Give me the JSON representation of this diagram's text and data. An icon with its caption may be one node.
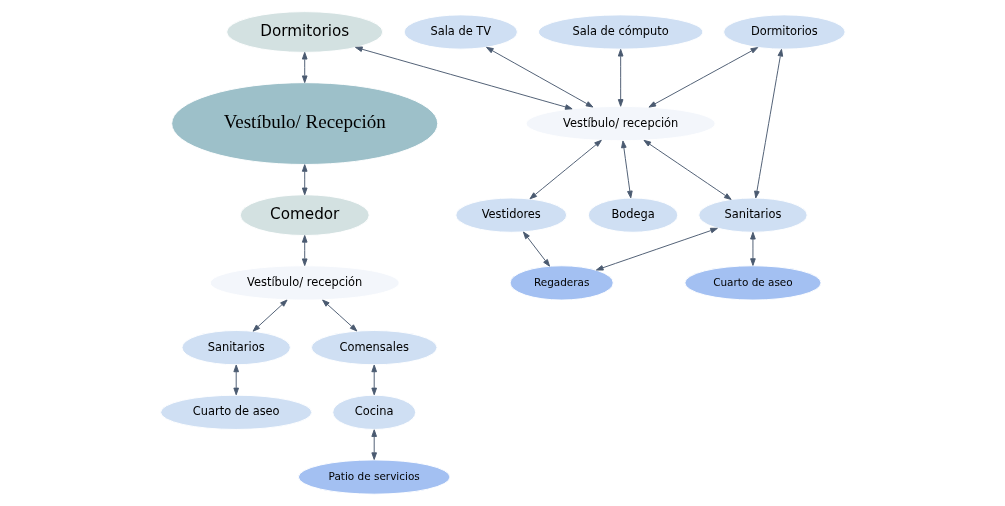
{
  "diagram": {
    "nodes": [
      {
        "text": [
          "Vestíbulo/ Recepción"
        ]
      },
      {
        "text": [
          "Dormitorios"
        ]
      },
      {
        "text": [
          "Comedor"
        ]
      },
      {
        "text": [
          "Sala de TV"
        ]
      },
      {
        "text": [
          "Vestíbulo/ recepción"
        ]
      },
      {
        "text": [
          "Bodega"
        ]
      },
      {
        "text": [
          "Sala de cómputo"
        ]
      },
      {
        "text": [
          "Dormitorios"
        ]
      },
      {
        "text": [
          "Sanitarios"
        ]
      },
      {
        "text": [
          "Vestidores"
        ]
      },
      {
        "text": [
          "Cuarto de aseo"
        ]
      },
      {
        "text": [
          "Regaderas"
        ]
      },
      {
        "text": [
          "Vestíbulo/ recepción"
        ]
      },
      {
        "text": [
          "Sanitarios"
        ]
      },
      {
        "text": [
          "Comensales"
        ]
      },
      {
        "text": [
          "Cuarto de aseo"
        ]
      },
      {
        "text": [
          "Cocina"
        ]
      },
      {
        "text": [
          "Patio de servicios"
        ]
      }
    ],
    "edges": [
      {
        "from": 1,
        "to": 0,
        "arrow": "both"
      },
      {
        "from": 0,
        "to": 2,
        "arrow": "both"
      },
      {
        "from": 1,
        "to": 4,
        "arrow": "both"
      },
      {
        "from": 3,
        "to": 4,
        "arrow": "both"
      },
      {
        "from": 6,
        "to": 4,
        "arrow": "both"
      },
      {
        "from": 4,
        "to": 5,
        "arrow": "both"
      },
      {
        "from": 7,
        "to": 4,
        "arrow": "both"
      },
      {
        "from": 7,
        "to": 8,
        "arrow": "both"
      },
      {
        "from": 4,
        "to": 8,
        "arrow": "both"
      },
      {
        "from": 4,
        "to": 9,
        "arrow": "both"
      },
      {
        "from": 8,
        "to": 10,
        "arrow": "both"
      },
      {
        "from": 8,
        "to": 11,
        "arrow": "both"
      },
      {
        "from": 9,
        "to": 11,
        "arrow": "both"
      },
      {
        "from": 2,
        "to": 12,
        "arrow": "both"
      },
      {
        "from": 12,
        "to": 13,
        "arrow": "both"
      },
      {
        "from": 12,
        "to": 14,
        "arrow": "both"
      },
      {
        "from": 13,
        "to": 15,
        "arrow": "both"
      },
      {
        "from": 14,
        "to": 16,
        "arrow": "both"
      },
      {
        "from": 16,
        "to": 17,
        "arrow": "both"
      }
    ]
  }
}
